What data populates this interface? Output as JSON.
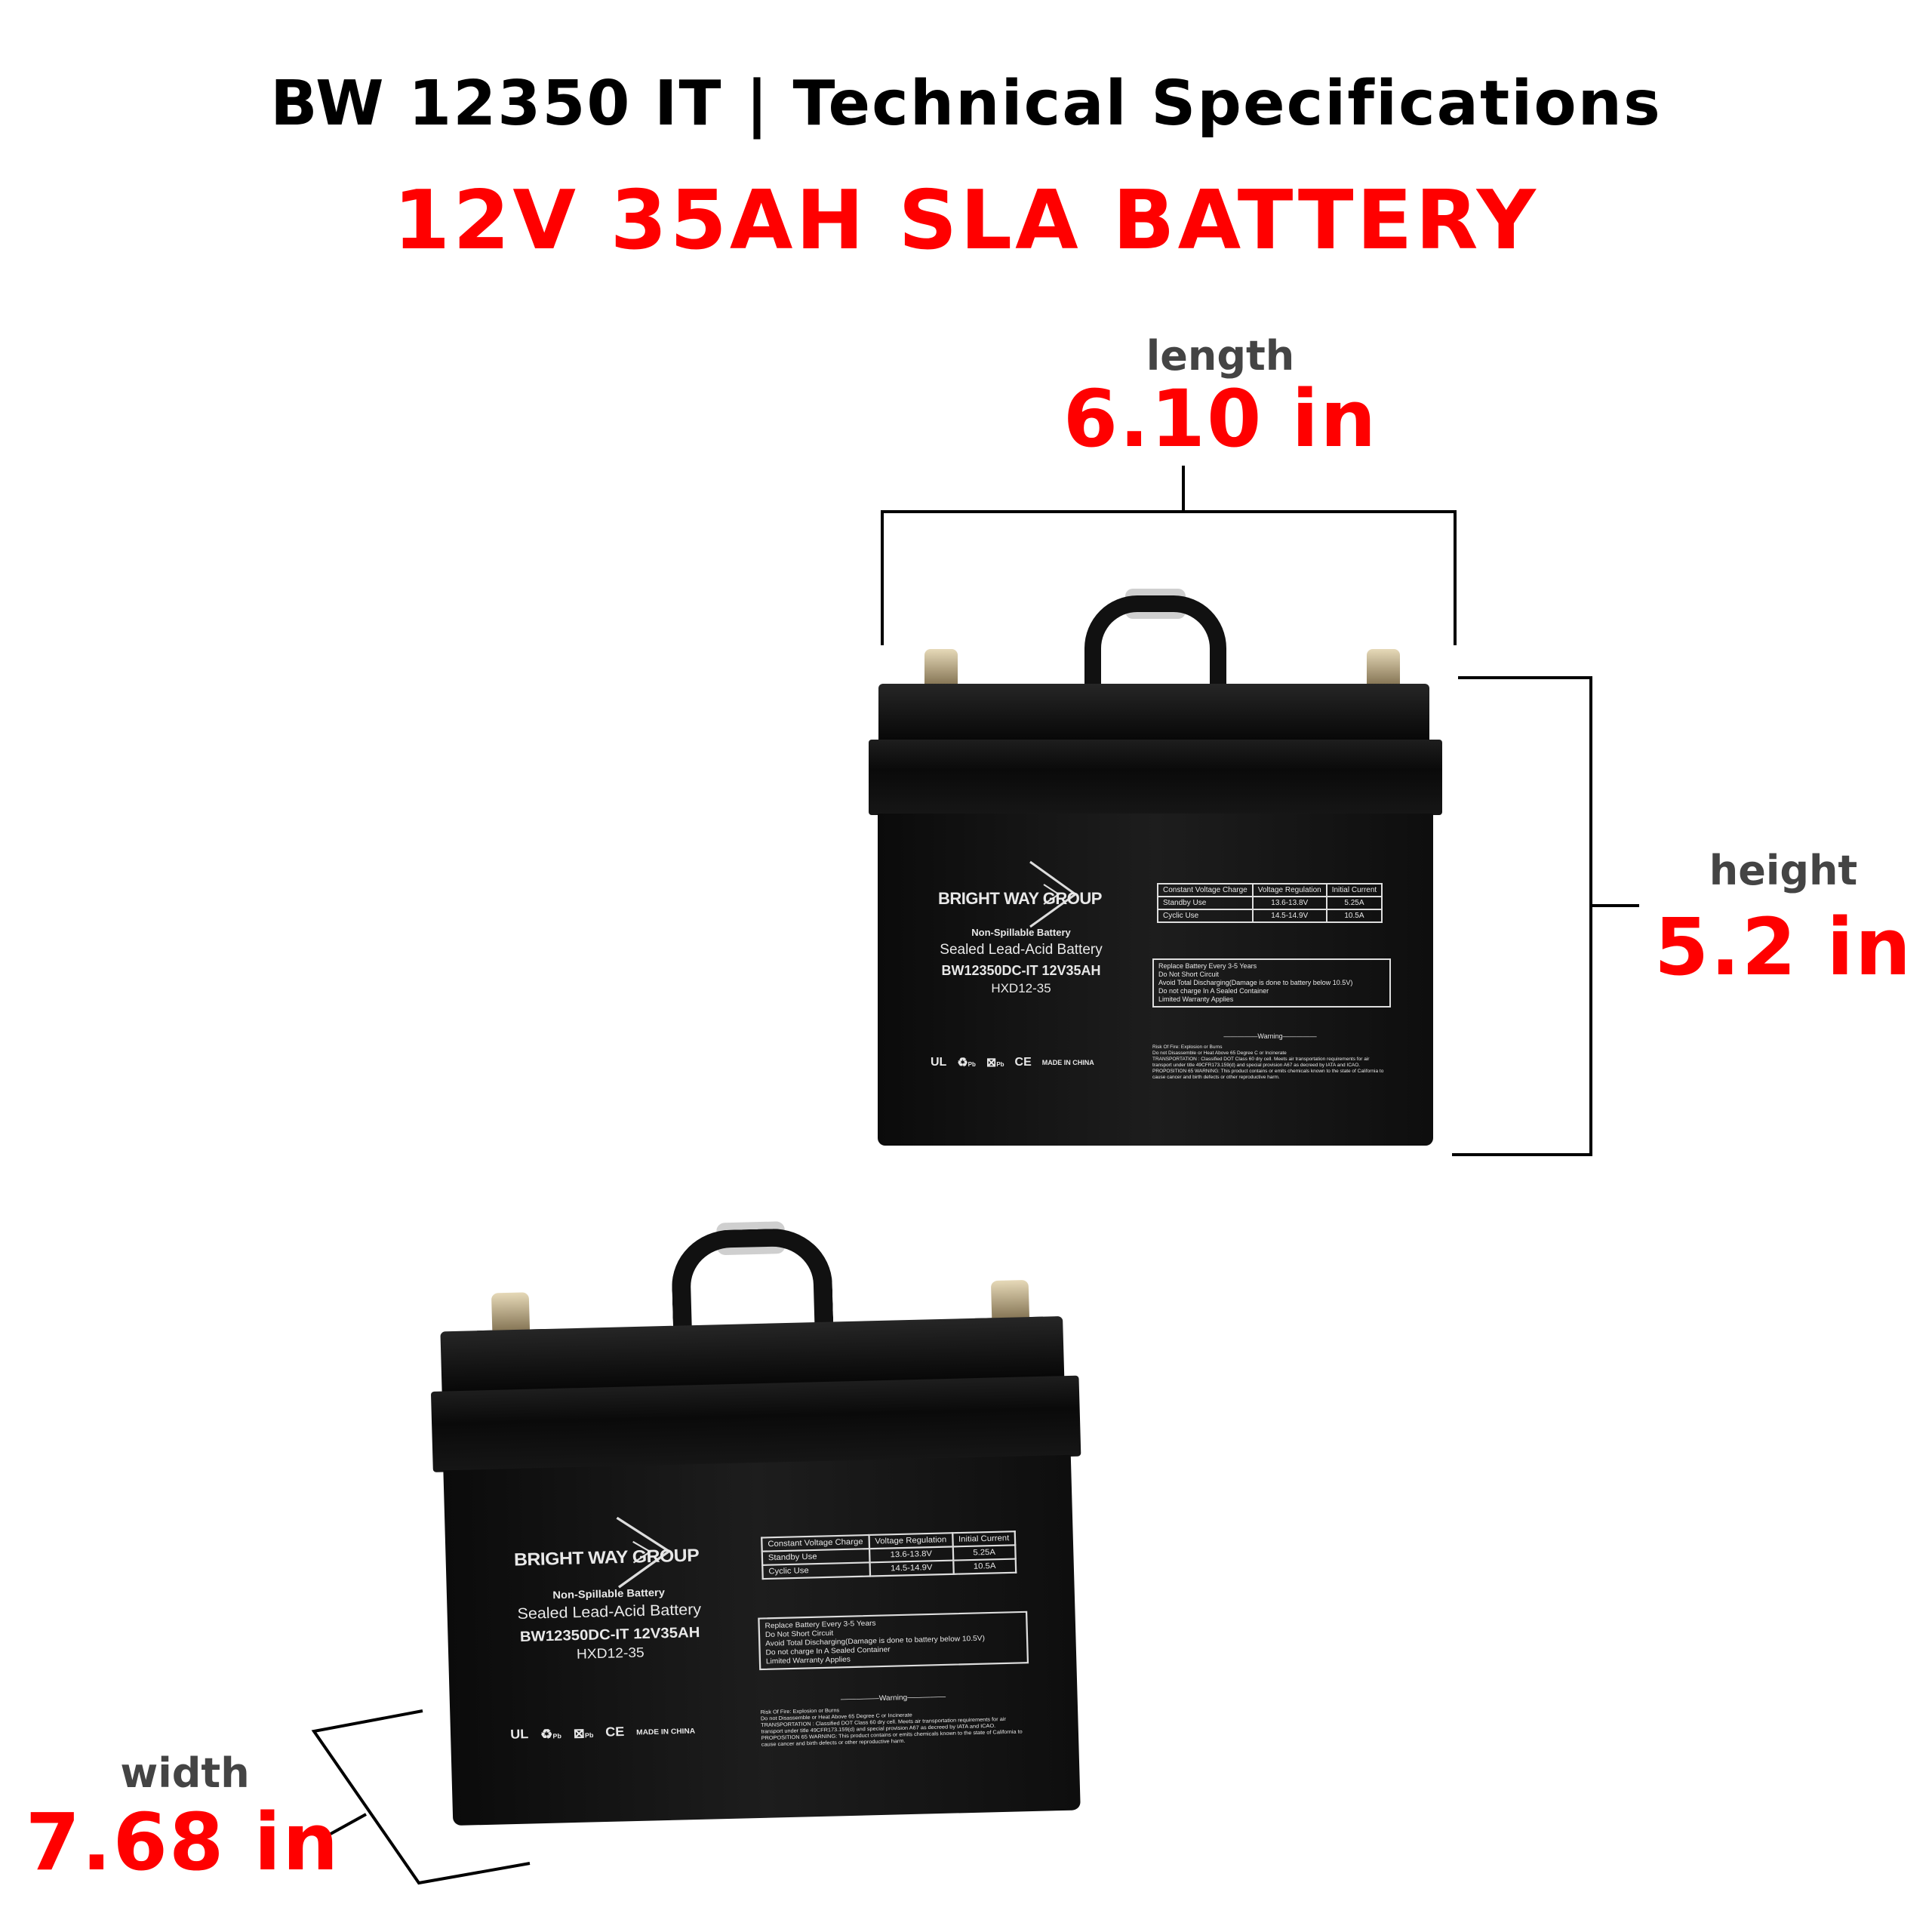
{
  "header": {
    "title": "BW 12350 IT | Technical Specifications",
    "subtitle": "12V 35AH SLA BATTERY"
  },
  "colors": {
    "accent": "#ff0000",
    "label_gray": "#444444",
    "battery": "#111111"
  },
  "dimensions": {
    "length": {
      "label": "length",
      "value": "6.10 in"
    },
    "height": {
      "label": "height",
      "value": "5.2 in"
    },
    "width": {
      "label": "width",
      "value": "7.68 in"
    }
  },
  "battery_label": {
    "brand": "BRIGHT WAY GROUP",
    "type_line1": "Non-Spillable Battery",
    "type_line2": "Sealed Lead-Acid Battery",
    "model": "BW12350DC-IT  12V35AH",
    "code": "HXD12-35",
    "spec_table": {
      "headers": [
        "Constant Voltage Charge",
        "Voltage Regulation",
        "Initial Current"
      ],
      "rows": [
        [
          "Standby Use",
          "13.6-13.8V",
          "5.25A"
        ],
        [
          "Cyclic Use",
          "14.5-14.9V",
          "10.5A"
        ]
      ]
    },
    "notes": [
      "Replace Battery Every 3-5 Years",
      "Do Not Short Circuit",
      "Avoid Total Discharging(Damage is done to battery below 10.5V)",
      "Do not charge In A Sealed Container",
      "Limited Warranty Applies"
    ],
    "warning_heading": "Warning",
    "warning_text": [
      "Risk Of Fire: Explosion or Burns",
      "Do not Disassemble or Heat Above 65 Degree C or Incinerate",
      "TRANSPORTATION : Classified DOT Class 60 dry cell. Meets air transportation requirements for air transport under title 49CFR173.159(d) and special provision A67 as decreed by IATA and ICAO.",
      "PROPOSITION 65 WARNING: This product contains or emits chemicals known to the state of California to cause cancer and birth defects or other reproductive harm."
    ],
    "cert_marks": [
      "UL",
      "Pb",
      "Pb",
      "CE"
    ],
    "made_in": "MADE IN CHINA"
  }
}
